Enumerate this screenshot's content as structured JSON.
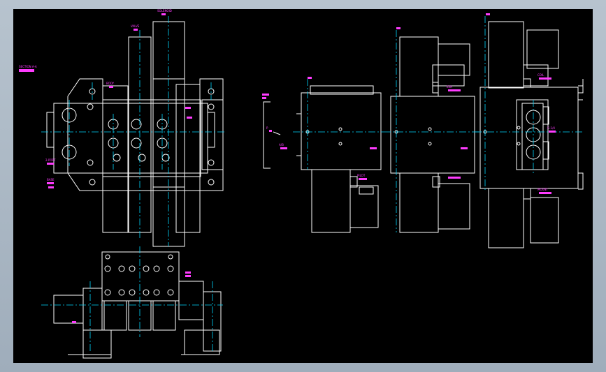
{
  "colors": {
    "background": "#000000",
    "frame": "#aebbc7",
    "linework": "#ffffff",
    "centerlines": "#00d8ff",
    "annotations": "#ff3cff"
  },
  "annotations": {
    "view_label": "SECTION A-A",
    "top_tag_1": "SOLENOID",
    "top_tag_2": "VALVE",
    "top_tag_3": "BODY",
    "port_tag": "P",
    "ab_tag": "A/B",
    "exhaust_tag": "EXH",
    "pilot_tag": "PILOT",
    "coil_tag": "COIL",
    "small_note_1": "2-PORT",
    "small_note_2": "BASE",
    "right_note": "MOUNT",
    "gauge_tag": "G-1/4"
  }
}
